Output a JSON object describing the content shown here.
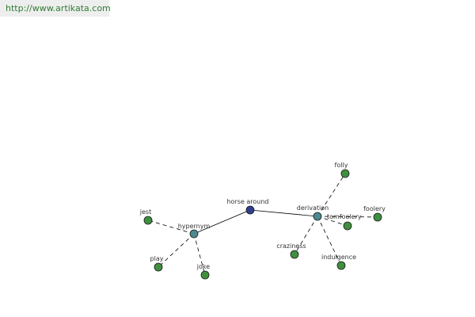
{
  "header": {
    "url": "http://www.artikata.com"
  },
  "graph": {
    "root": {
      "label": "horse around",
      "color": "#2f3f8f"
    },
    "groups": [
      {
        "label": "hypernym",
        "color": "#4d8a8f",
        "children": [
          "jest",
          "play",
          "joke"
        ]
      },
      {
        "label": "derivation",
        "color": "#4d8a8f",
        "children": [
          "folly",
          "foolery",
          "tomfoolery",
          "craziness",
          "indulgence"
        ]
      }
    ],
    "leaf_color": "#3f8f3f"
  }
}
